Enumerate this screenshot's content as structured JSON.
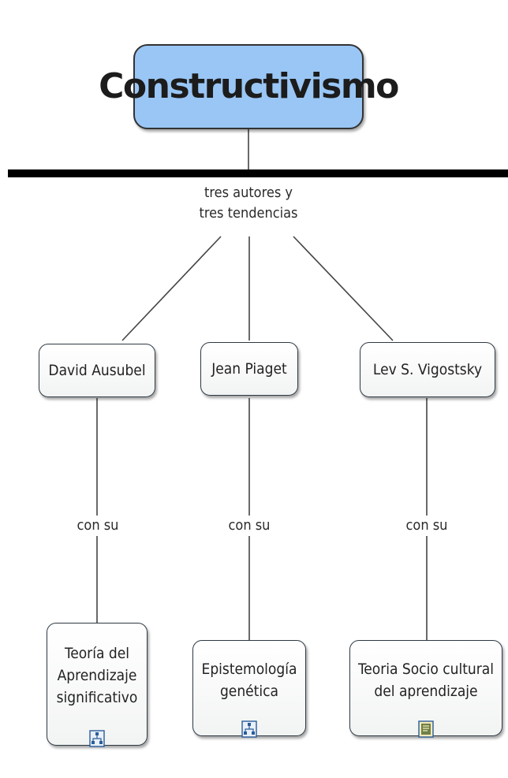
{
  "root": {
    "label": "Constructivismo"
  },
  "link_label": "tres autores y\ntres tendencias",
  "authors": [
    {
      "name": "David Ausubel",
      "link": "con su",
      "theory": "Teoría del\nAprendizaje\nsignificativo",
      "icon": "concept-map-icon"
    },
    {
      "name": "Jean Piaget",
      "link": "con su",
      "theory": "Epistemología\ngenética",
      "icon": "concept-map-icon"
    },
    {
      "name": "Lev S. Vigostsky",
      "link": "con su",
      "theory": "Teoria Socio cultural\ndel aprendizaje",
      "icon": "document-icon"
    }
  ],
  "colors": {
    "root_fill": "#99c6f5",
    "bar": "#000000",
    "line": "#444444"
  }
}
